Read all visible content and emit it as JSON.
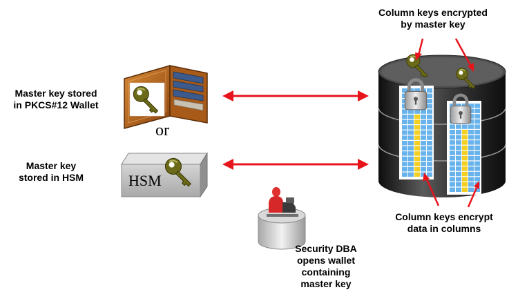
{
  "labels": {
    "wallet": "Master key stored\nin PKCS#12 Wallet",
    "or": "or",
    "hsm": "Master key\nstored in HSM",
    "hsm_box_text": "HSM",
    "column_keys_top": "Column keys encrypted\nby master key",
    "column_keys_bottom": "Column keys encrypt\ndata in columns",
    "dba": "Security DBA\nopens wallet\ncontaining\nmaster key"
  },
  "icons": {
    "wallet": "wallet-icon",
    "hsm": "hsm-box-icon",
    "key": "key-icon",
    "database": "database-cylinder-icon",
    "padlock": "padlock-icon",
    "table": "column-table-icon",
    "dba": "security-dba-figure-icon"
  },
  "colors": {
    "arrow": "#e8141c",
    "key": "#6b6a18",
    "wallet": "#b4611a",
    "table_blue": "#4da6e8",
    "table_yellow": "#f2cf20",
    "database": "#202020",
    "hsm_box": "#bdbdbd",
    "dba_shirt": "#d62828"
  }
}
